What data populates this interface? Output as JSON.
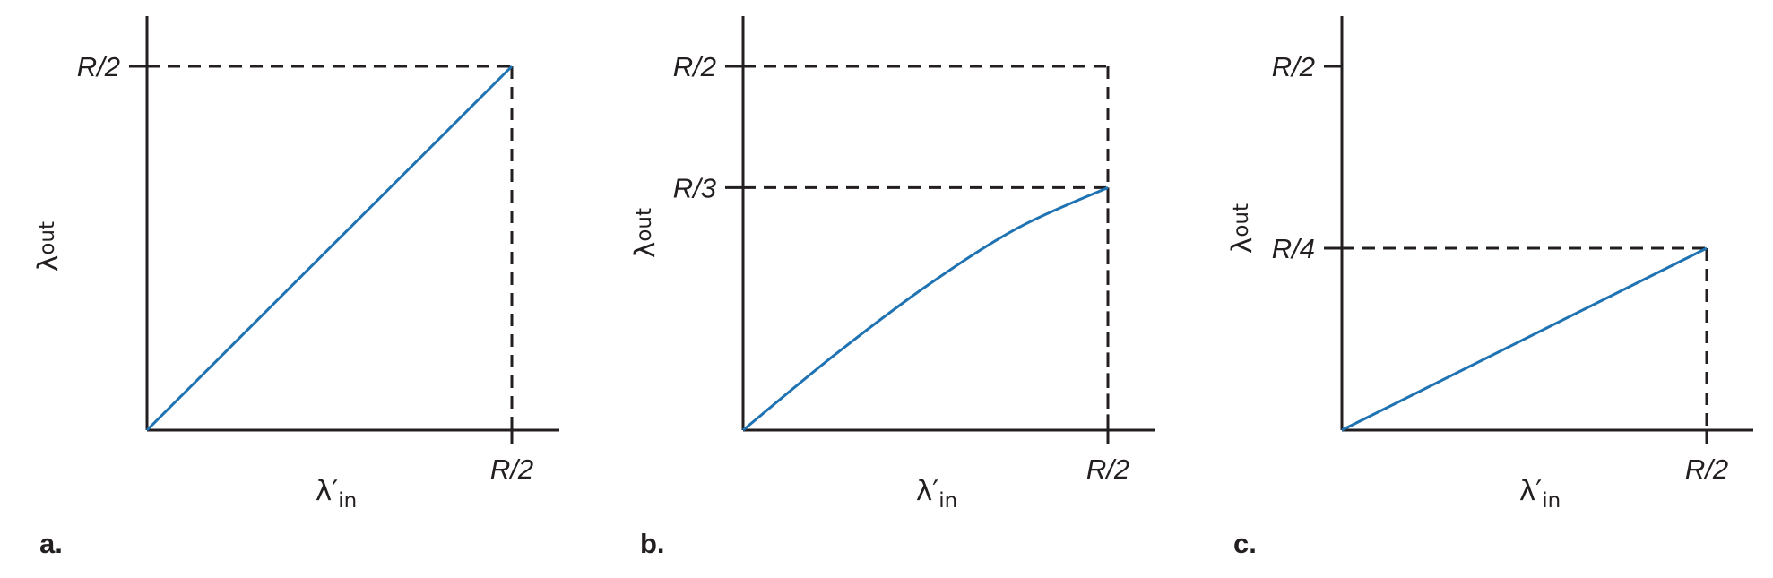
{
  "colors": {
    "axis": "#231f20",
    "curve": "#1f73b2"
  },
  "chart_data": [
    {
      "type": "line",
      "panel_label": "a.",
      "xlabel": {
        "main": "λ′",
        "sub": "in"
      },
      "ylabel": {
        "main": "λ",
        "sub": "out"
      },
      "xlim": [
        0,
        0.5
      ],
      "ylim": [
        0,
        0.5
      ],
      "x_ticks": [
        {
          "value": 0.5,
          "label": "R/2"
        }
      ],
      "y_ticks": [
        {
          "value": 0.5,
          "label": "R/2"
        }
      ],
      "guide_lines": [
        {
          "x": 0.5,
          "y": 0.5
        }
      ],
      "series": [
        {
          "curve": "linear",
          "x": [
            0,
            0.5
          ],
          "y": [
            0,
            0.5
          ]
        }
      ]
    },
    {
      "type": "line",
      "panel_label": "b.",
      "xlabel": {
        "main": "λ′",
        "sub": "in"
      },
      "ylabel": {
        "main": "λ",
        "sub": "out"
      },
      "xlim": [
        0,
        0.5
      ],
      "ylim": [
        0,
        0.5
      ],
      "x_ticks": [
        {
          "value": 0.5,
          "label": "R/2"
        }
      ],
      "y_ticks": [
        {
          "value": 0.5,
          "label": "R/2"
        },
        {
          "value": 0.3333,
          "label": "R/3"
        }
      ],
      "guide_lines": [
        {
          "x": 0.5,
          "y": 0.5
        },
        {
          "x": 0.5,
          "y": 0.3333
        }
      ],
      "series": [
        {
          "curve": "smooth",
          "x": [
            0,
            0.125,
            0.25,
            0.375,
            0.5
          ],
          "y": [
            0,
            0.103,
            0.197,
            0.277,
            0.3333
          ]
        }
      ]
    },
    {
      "type": "line",
      "panel_label": "c.",
      "xlabel": {
        "main": "λ′",
        "sub": "in"
      },
      "ylabel": {
        "main": "λ",
        "sub": "out"
      },
      "xlim": [
        0,
        0.5
      ],
      "ylim": [
        0,
        0.5
      ],
      "x_ticks": [
        {
          "value": 0.5,
          "label": "R/2"
        }
      ],
      "y_ticks": [
        {
          "value": 0.5,
          "label": "R/2"
        },
        {
          "value": 0.25,
          "label": "R/4"
        }
      ],
      "guide_lines": [
        {
          "x": 0.5,
          "y": 0.25
        }
      ],
      "series": [
        {
          "curve": "linear",
          "x": [
            0,
            0.5
          ],
          "y": [
            0,
            0.25
          ]
        }
      ]
    }
  ]
}
